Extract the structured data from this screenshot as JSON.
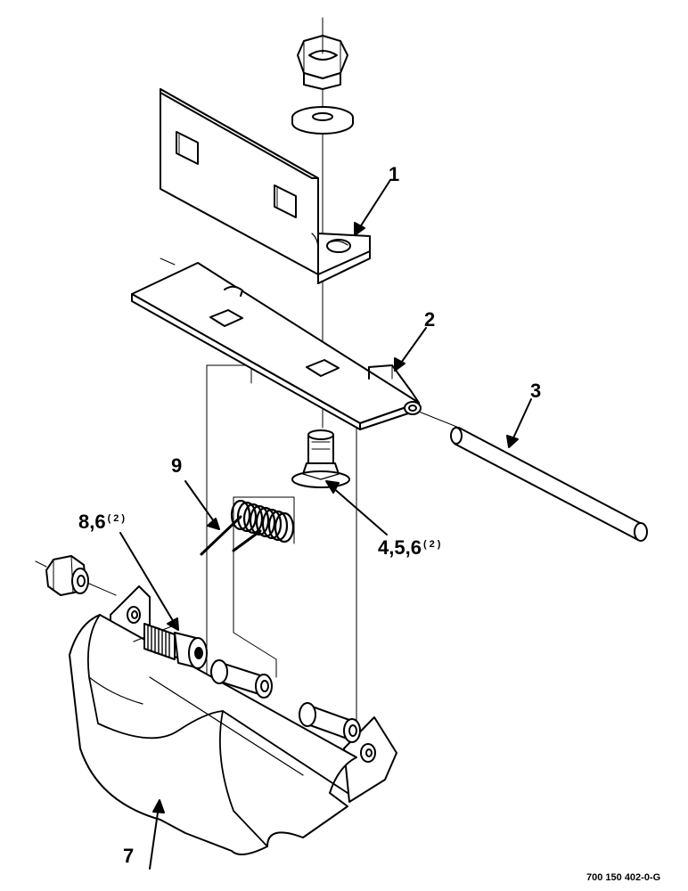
{
  "callouts": {
    "c1": {
      "text": "1"
    },
    "c2": {
      "text": "2"
    },
    "c3": {
      "text": "3"
    },
    "c456": {
      "text": "4,5,6",
      "qty": "(2)"
    },
    "c7": {
      "text": "7"
    },
    "c86": {
      "text": "8,6",
      "qty": "(2)"
    },
    "c9": {
      "text": "9"
    }
  },
  "drawing_number": "700 150 402-0-G",
  "colors": {
    "ink": "#000000",
    "paper": "#ffffff",
    "shade": "#8a8a8a"
  }
}
